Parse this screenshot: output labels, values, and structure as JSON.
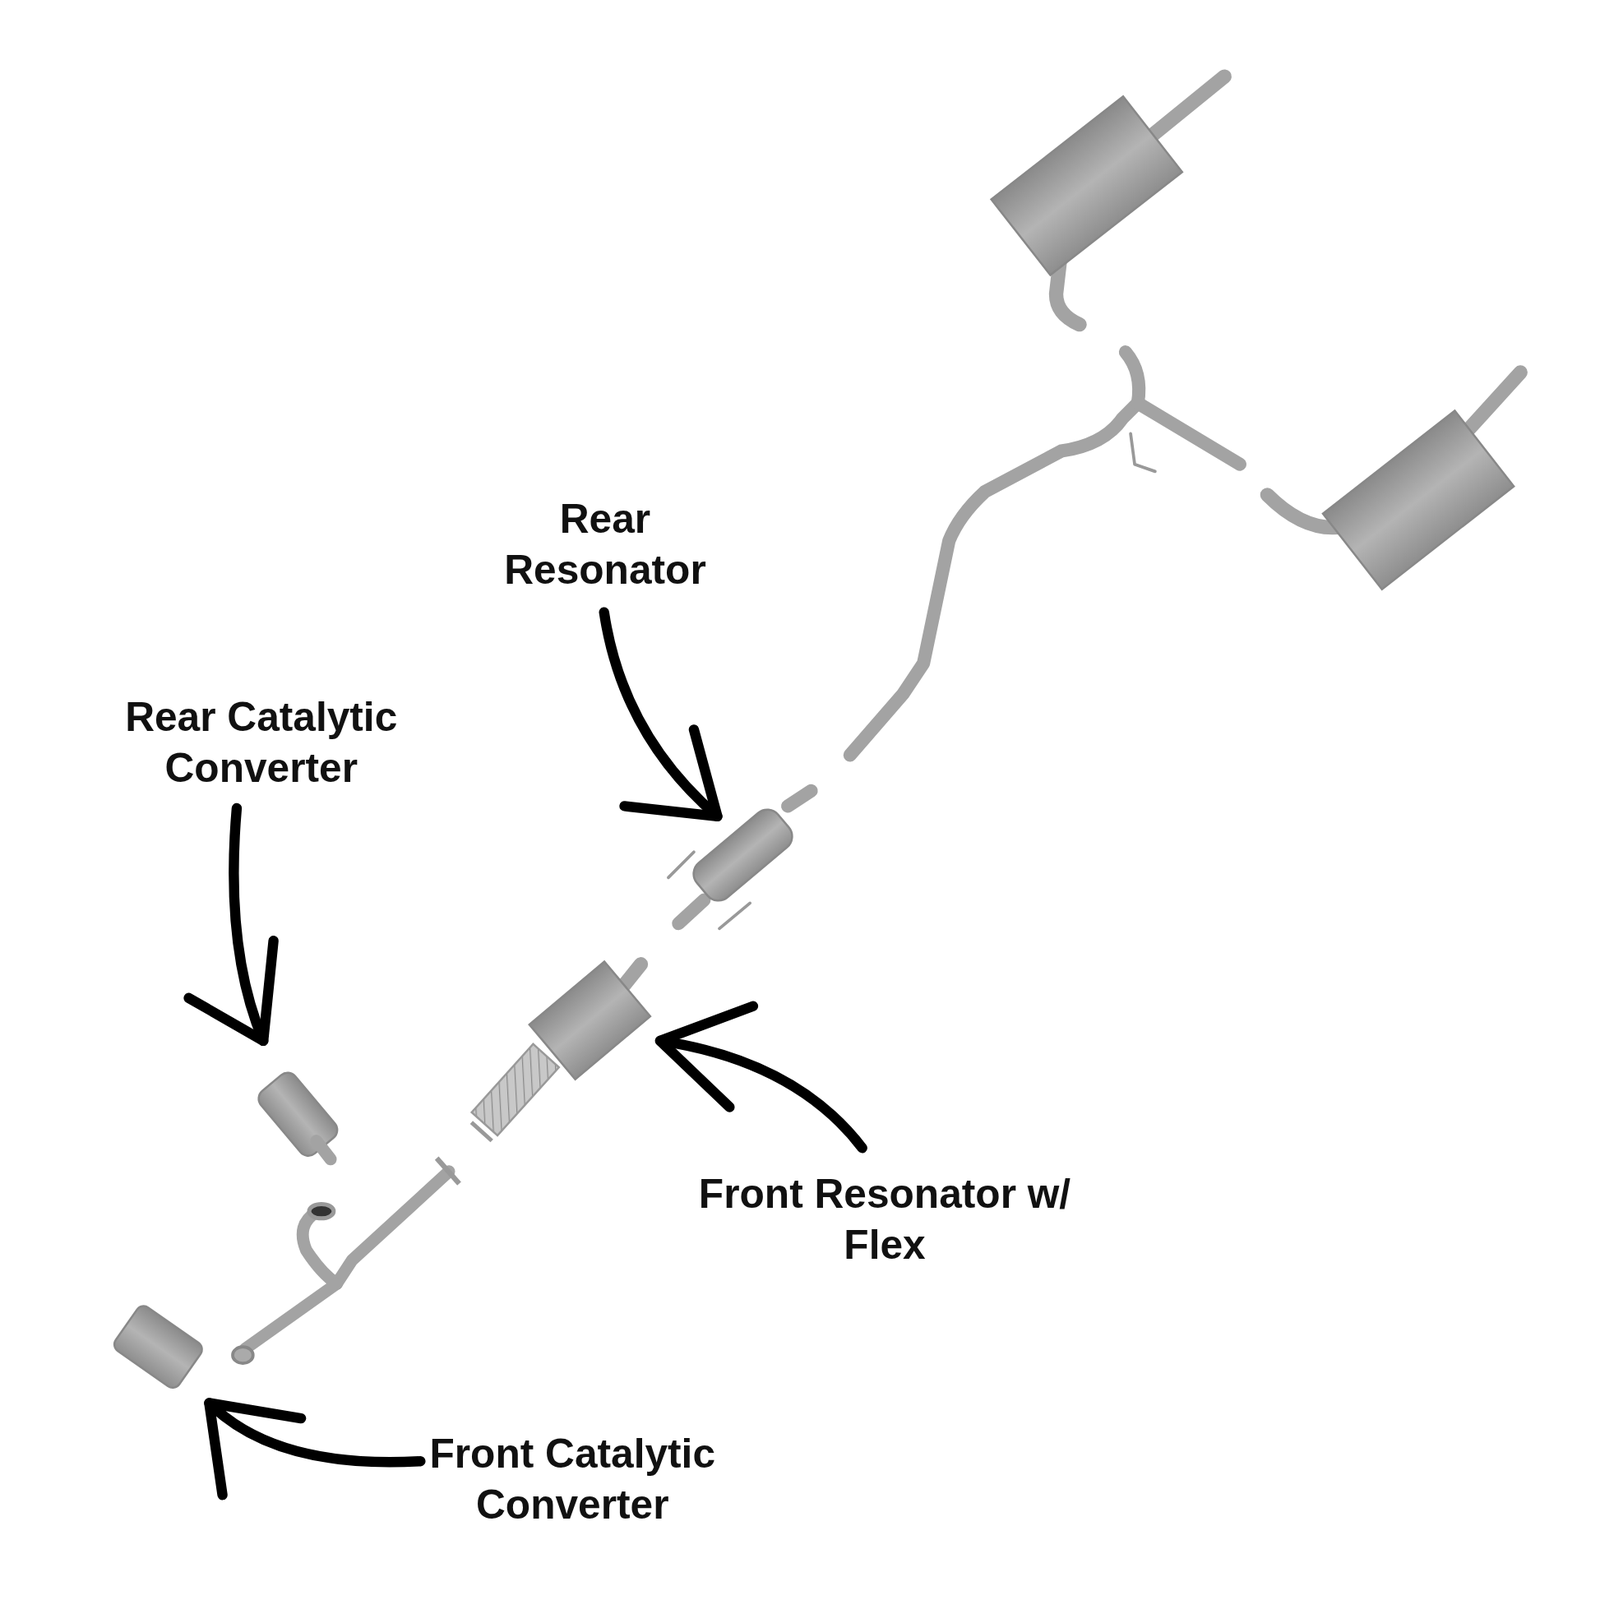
{
  "diagram": {
    "labels": [
      "Rear Resonator",
      "Rear Catalytic Converter",
      "Front Resonator w/ Flex",
      "Front Catalytic Converter"
    ]
  }
}
